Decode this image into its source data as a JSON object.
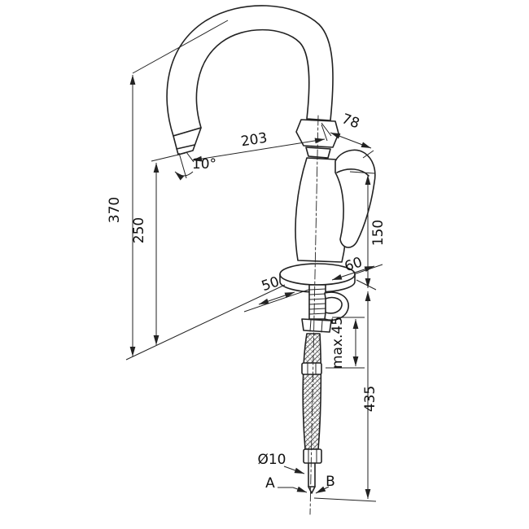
{
  "drawing": {
    "type": "technical-dimension-drawing",
    "subject": "single-lever kitchen faucet with flexible connection hoses",
    "colors": {
      "line": "#222222",
      "text": "#111111",
      "background": "#ffffff"
    },
    "dims": {
      "height_total": "370",
      "height_spout": "250",
      "spout_reach": "203",
      "handle_depth": "78",
      "spout_angle": "10°",
      "body_height": "150",
      "base_front": "50",
      "base_side": "60",
      "max_mounting": "max.45",
      "hose_length": "435",
      "hose_diameter": "Ø10",
      "connection_a": "A",
      "connection_b": "B"
    }
  }
}
